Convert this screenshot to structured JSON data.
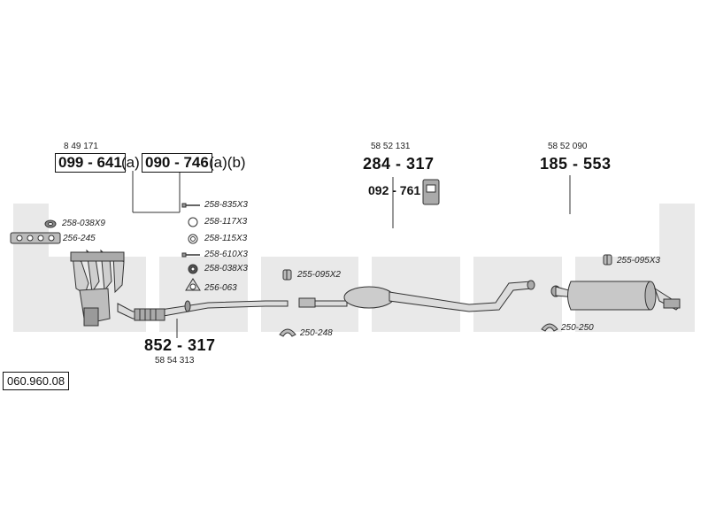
{
  "diagram": {
    "reference": "060.960.08",
    "front_oem": "8 49 171",
    "front_part_a": "099 - 641",
    "front_part_a_suffix": "(a)",
    "front_part_b": "090 - 746",
    "front_part_b_suffix": "(a)(b)",
    "front_pipe_part": "852 - 317",
    "front_pipe_oem": "58 54 313",
    "center_oem": "58 52 131",
    "center_part": "284 - 317",
    "center_mount": "092 - 761",
    "rear_oem": "58 52 090",
    "rear_part": "185 - 553",
    "accessories_left": [
      "258-038X9",
      "256-245"
    ],
    "accessories_mid": [
      "258-835X3",
      "258-117X3",
      "258-115X3",
      "258-610X3",
      "258-038X3",
      "256-063"
    ],
    "clamp_center": "255-095X2",
    "hanger_center": "250-248",
    "clamp_rear": "255-095X3",
    "hanger_rear": "250-250"
  }
}
